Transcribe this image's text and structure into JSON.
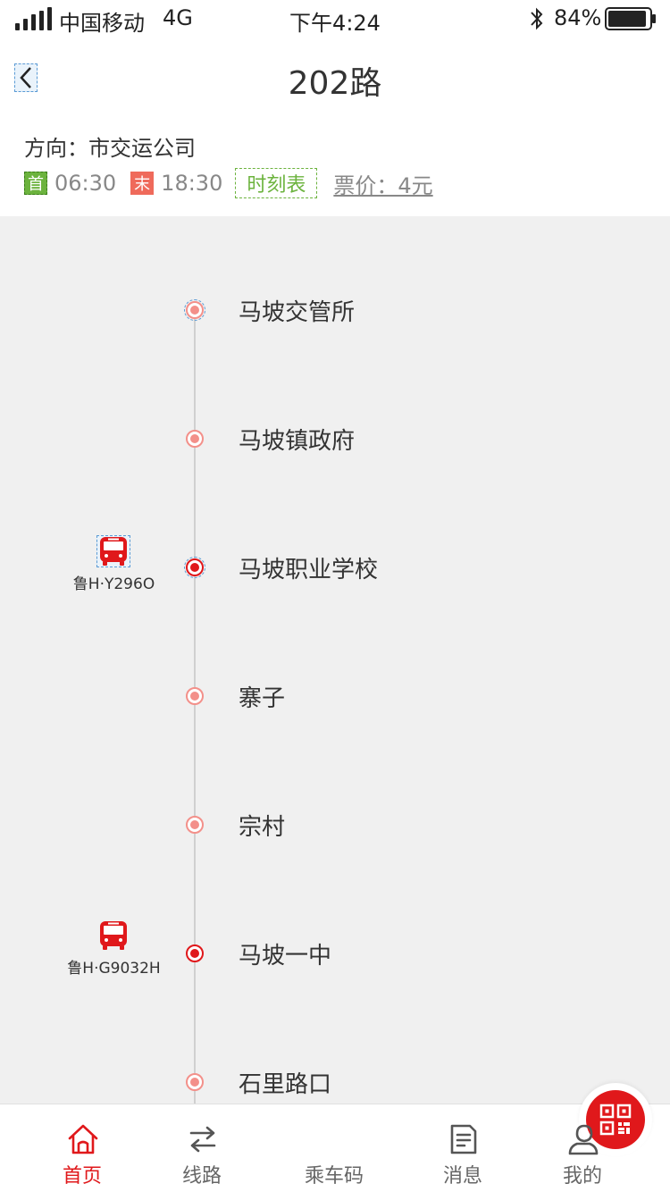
{
  "status_bar": {
    "carrier": "中国移动",
    "network": "4G",
    "time": "下午4:24",
    "battery": "84%",
    "battery_level": 0.84
  },
  "header": {
    "title": "202路",
    "back_icon": "chevron-left-icon"
  },
  "info": {
    "direction": "方向：市交运公司",
    "first_tag": "首",
    "first_time": "06:30",
    "last_tag": "末",
    "last_time": "18:30",
    "timetable": "时刻表",
    "fare": "票价：4元"
  },
  "stops": [
    {
      "name": "马坡交管所",
      "active": false
    },
    {
      "name": "马坡镇政府",
      "active": false
    },
    {
      "name": "马坡职业学校",
      "active": true
    },
    {
      "name": "寨子",
      "active": false
    },
    {
      "name": "宗村",
      "active": false
    },
    {
      "name": "马坡一中",
      "active": true
    },
    {
      "name": "石里路口",
      "active": false
    }
  ],
  "buses": [
    {
      "plate": "鲁H·Y296O",
      "stop_index": 2
    },
    {
      "plate": "鲁H·G9032H",
      "stop_index": 5
    }
  ],
  "tabs": [
    {
      "label": "首页",
      "icon": "home-icon",
      "active": true
    },
    {
      "label": "线路",
      "icon": "route-switch-icon",
      "active": false
    },
    {
      "label": "乘车码",
      "icon": "qr-code-icon",
      "active": false
    },
    {
      "label": "消息",
      "icon": "message-icon",
      "active": false
    },
    {
      "label": "我的",
      "icon": "profile-icon",
      "active": false
    }
  ],
  "colors": {
    "accent_red": "#e0181b",
    "stop_pink": "#f3908a",
    "first_green": "#6cb33e",
    "last_red": "#ef6a5b"
  }
}
